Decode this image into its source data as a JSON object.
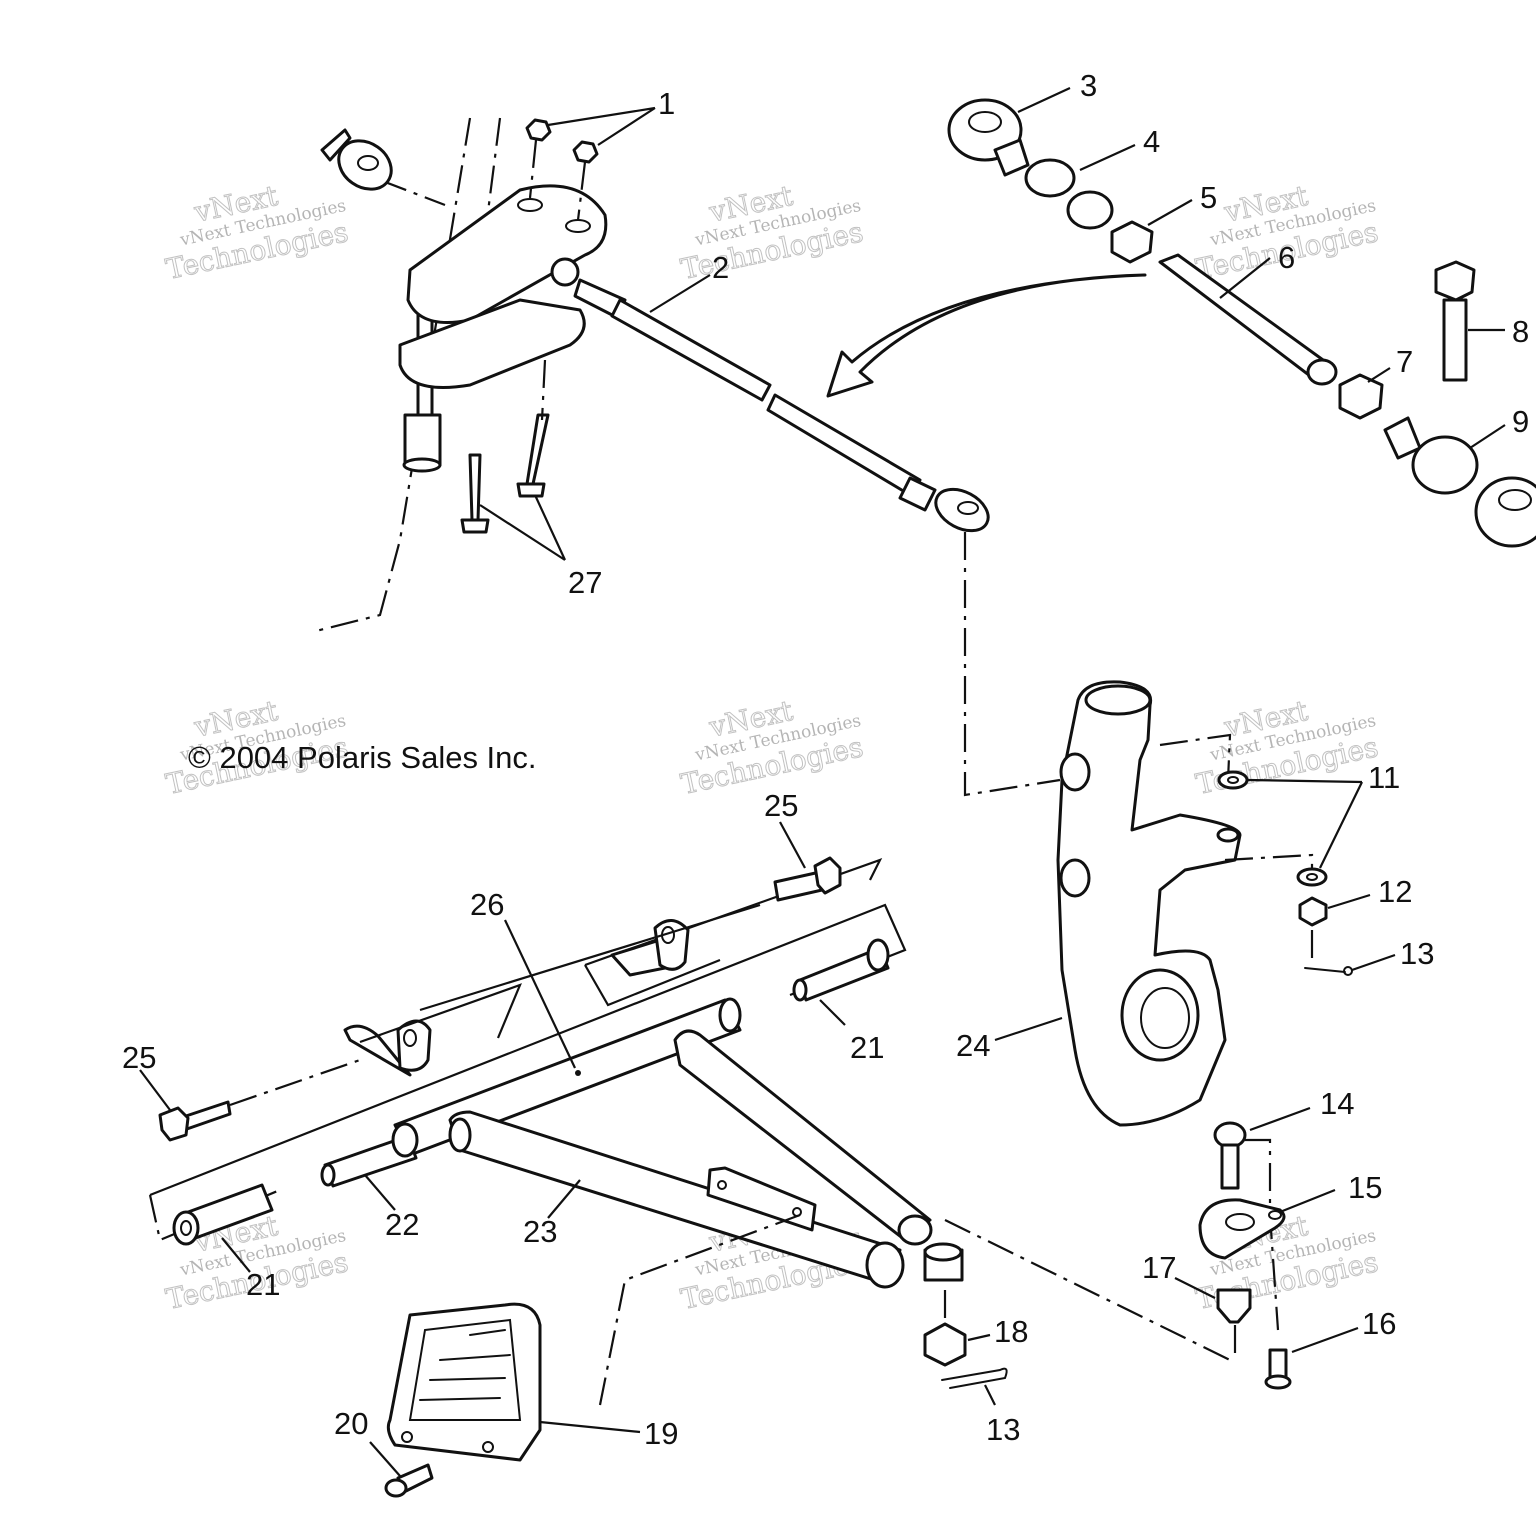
{
  "copyright": "© 2004 Polaris Sales Inc.",
  "watermark": {
    "line1": "vNext Technologies",
    "line2": "vNext",
    "line3": "Technologies"
  },
  "callouts": [
    {
      "id": "1",
      "text": "1"
    },
    {
      "id": "2",
      "text": "2"
    },
    {
      "id": "3",
      "text": "3"
    },
    {
      "id": "4",
      "text": "4"
    },
    {
      "id": "5",
      "text": "5"
    },
    {
      "id": "6",
      "text": "6"
    },
    {
      "id": "7",
      "text": "7"
    },
    {
      "id": "8",
      "text": "8"
    },
    {
      "id": "9",
      "text": "9"
    },
    {
      "id": "11",
      "text": "11"
    },
    {
      "id": "12",
      "text": "12"
    },
    {
      "id": "13a",
      "text": "13"
    },
    {
      "id": "13b",
      "text": "13"
    },
    {
      "id": "14",
      "text": "14"
    },
    {
      "id": "15",
      "text": "15"
    },
    {
      "id": "16",
      "text": "16"
    },
    {
      "id": "17",
      "text": "17"
    },
    {
      "id": "18",
      "text": "18"
    },
    {
      "id": "19",
      "text": "19"
    },
    {
      "id": "20",
      "text": "20"
    },
    {
      "id": "21a",
      "text": "21"
    },
    {
      "id": "21b",
      "text": "21"
    },
    {
      "id": "22",
      "text": "22"
    },
    {
      "id": "23",
      "text": "23"
    },
    {
      "id": "24",
      "text": "24"
    },
    {
      "id": "25a",
      "text": "25"
    },
    {
      "id": "25b",
      "text": "25"
    },
    {
      "id": "26",
      "text": "26"
    },
    {
      "id": "27",
      "text": "27"
    }
  ]
}
